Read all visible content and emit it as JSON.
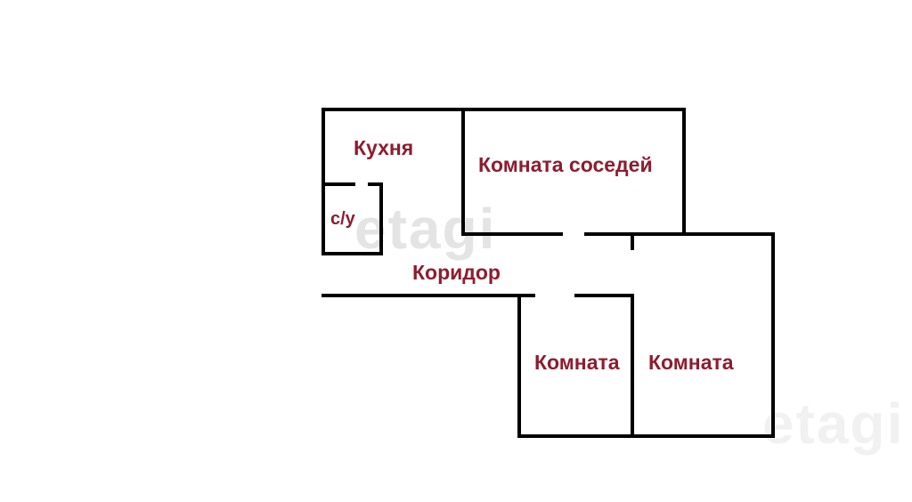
{
  "floor_plan": {
    "rooms": {
      "kitchen": {
        "label": "Кухня"
      },
      "neighbors_room": {
        "label": "Комната соседей"
      },
      "bathroom": {
        "label": "с/у"
      },
      "corridor": {
        "label": "Коридор"
      },
      "room_center": {
        "label": "Комната"
      },
      "room_right": {
        "label": "Комната"
      }
    },
    "watermark": {
      "text": "etagi"
    },
    "colors": {
      "label": "#8e1c2e",
      "wall": "#000000",
      "watermark": "#e4e4e4",
      "background": "#ffffff"
    }
  }
}
